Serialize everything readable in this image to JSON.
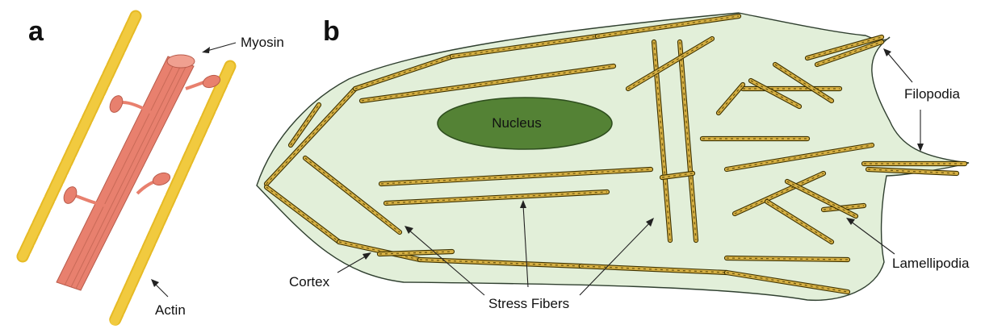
{
  "panels": {
    "a": {
      "label": "a",
      "callouts": {
        "myosin": "Myosin",
        "actin": "Actin"
      }
    },
    "b": {
      "label": "b",
      "nucleus": "Nucleus",
      "callouts": {
        "filopodia": "Filopodia",
        "lamellipodia": "Lamellipodia",
        "cortex": "Cortex",
        "stress_fibers": "Stress Fibers"
      }
    }
  },
  "colors": {
    "actin": "#f5d14a",
    "myosin": "#e8806e",
    "cytoplasm": "#e2efd9",
    "nucleus": "#548235",
    "fibers": "#d6b044"
  }
}
